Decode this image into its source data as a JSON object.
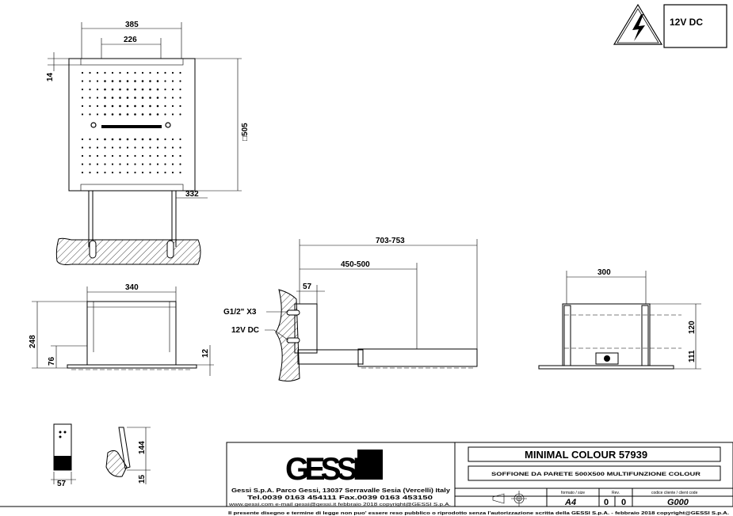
{
  "warning": {
    "voltage_label": "12V DC"
  },
  "front_view": {
    "width_outer": "385",
    "width_inner": "226",
    "height_square": "□505",
    "top_offset": "14",
    "pipe_offset": "332"
  },
  "top_view": {
    "width": "340",
    "height_total": "248",
    "height_low": "76",
    "thickness": "12"
  },
  "side_view": {
    "length_total": "703-753",
    "length_arm": "450-500",
    "depth_body": "57",
    "connection_label": "G1/2\" X3",
    "power_label": "12V DC"
  },
  "right_view": {
    "width": "300",
    "height_upper": "120",
    "height_lower": "111"
  },
  "small_views": {
    "control_width": "57",
    "control_height": "144",
    "control_base": "15"
  },
  "title_block": {
    "brand": "GESSI",
    "product_title": "MINIMAL COLOUR  57939",
    "product_subtitle": "SOFFIONE DA PARETE 500X500 MULTIFUNZIONE COLOUR",
    "company_line1": "Gessi S.p.A. Parco Gessi, 13037 Serravalle Sesia (Vercelli) Italy",
    "company_line2": "Tel.0039  0163  454111  Fax.0039  0163  453150",
    "company_line3": "www.gessi.com   e-mail  gessi@gessi.it    febbraio  2018   copyright@GESSI  S.p.A.",
    "format_label": "formato / size",
    "format_value": "A4",
    "rev_label": "Rev.",
    "rev_value1": "0",
    "rev_value2": "0",
    "code_label": "codice cliente / client code",
    "code_value": "G000",
    "disclaimer": "Il  presente  disegno  e  termine  di  legge  non  puo'  essere  reso  pubblico  o  riprodotto  senza  l'autorizzazione  scritta  della  GESSI  S.p.A.  -  febbraio  2018   copyright@GESSI  S.p.A."
  }
}
